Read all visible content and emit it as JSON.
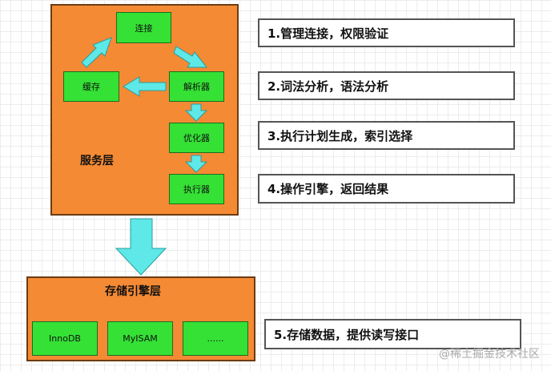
{
  "service_layer": {
    "title": "服务层",
    "nodes": {
      "connection": "连接",
      "cache": "缓存",
      "parser": "解析器",
      "optimizer": "优化器",
      "executor": "执行器"
    }
  },
  "storage_layer": {
    "title": "存储引擎层",
    "engines": [
      "InnoDB",
      "MyISAM",
      "......"
    ]
  },
  "steps": [
    "1.管理连接，权限验证",
    "2.词法分析，语法分析",
    "3.执行计划生成，索引选择",
    "4.操作引擎，返回结果",
    "5.存储数据，提供读写接口"
  ],
  "watermark": "@稀土掘金技术社区",
  "colors": {
    "layer": "#f58a34",
    "node": "#35e135",
    "arrow": "#5ee8e8"
  }
}
